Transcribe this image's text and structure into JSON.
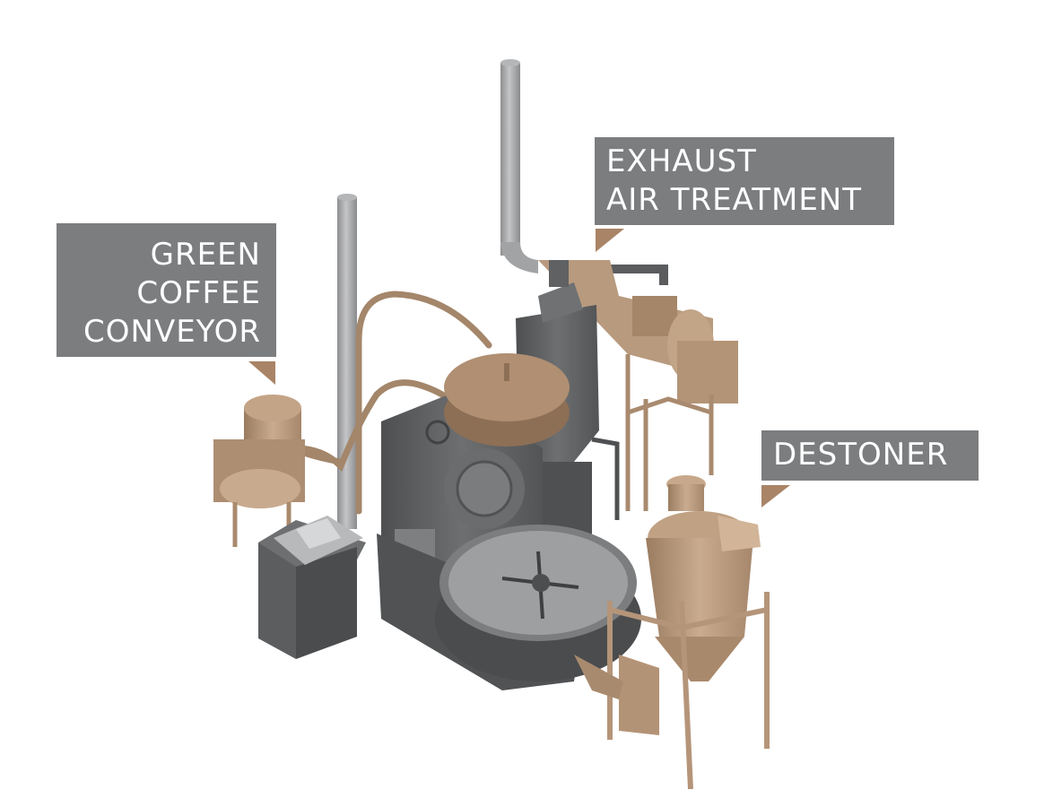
{
  "callouts": {
    "green_coffee_conveyor": {
      "lines": [
        "GREEN",
        "COFFEE",
        "CONVEYOR"
      ]
    },
    "exhaust_air_treatment": {
      "lines": [
        "EXHAUST",
        "AIR TREATMENT"
      ]
    },
    "destoner": {
      "lines": [
        "DESTONER"
      ]
    }
  },
  "colors": {
    "label_background": "#7b7d7f",
    "label_text": "#ffffff",
    "pointer": "#a98466",
    "bronze_parts": "#b89a7e",
    "roaster_body": "#5e6062",
    "chimney": "#a8a9ab"
  }
}
